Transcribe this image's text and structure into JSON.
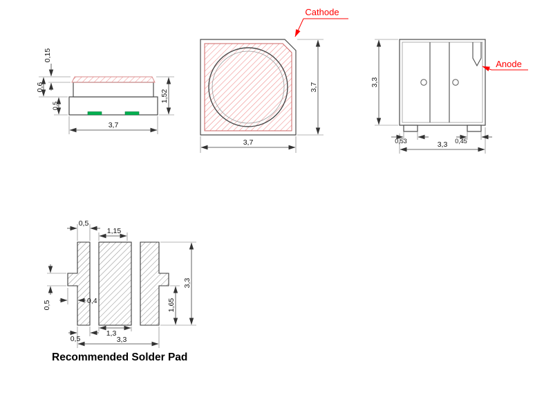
{
  "labels": {
    "cathode": "Cathode",
    "anode": "Anode",
    "solder_caption": "Recommended Solder Pad"
  },
  "side_view": {
    "phosphor_thickness": "0,15",
    "lens_height": "0,6",
    "base_height": "0,5",
    "total_height": "1,52",
    "width": "3,7"
  },
  "top_view": {
    "width": "3,7",
    "height": "3,7"
  },
  "bottom_view": {
    "width": "3,3",
    "height": "3,3",
    "cathode_pad": "0,53",
    "anode_pad": "0,45"
  },
  "solder_pad_view": {
    "pad_width_top": "0,5",
    "pad_pitch": "1,15",
    "tab_height": "0,5",
    "tab_width": "0,4",
    "pad_width_bottom": "0,5",
    "center_pad_width": "1,3",
    "total_width": "3,3",
    "anode_pad_height": "1,65",
    "total_height": "3,3"
  },
  "colors": {
    "accent_red": "#ff0000",
    "hatch_red": "#ef8a8a",
    "pad_green": "#00b050",
    "line": "#4a4a4a"
  }
}
